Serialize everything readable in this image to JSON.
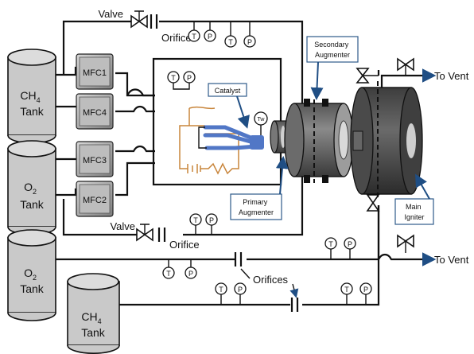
{
  "labels": {
    "ch4_tank_top": {
      "pre": "CH",
      "sub": "4",
      "post": "Tank"
    },
    "o2_tank_mid": {
      "pre": "O",
      "sub": "2",
      "post": "Tank"
    },
    "o2_tank_bottom": {
      "pre": "O",
      "sub": "2",
      "post": "Tank"
    },
    "ch4_tank_bottom": {
      "pre": "CH",
      "sub": "4",
      "post": "Tank"
    },
    "mfc1": "MFC1",
    "mfc4": "MFC4",
    "mfc3": "MFC3",
    "mfc2": "MFC2",
    "valve_top": "Valve",
    "valve_bottom": "Valve",
    "orifice_top": "Orifice",
    "orifice_bottom": "Orifice",
    "orifices": "Orifices",
    "to_vent_top": "To Vent",
    "to_vent_bottom": "To Vent",
    "catalyst": "Catalyst",
    "secondary_augmenter": "Secondary\nAugmenter",
    "primary_augmenter": "Primary\nAugmenter",
    "main_igniter": "Main\nIgniter",
    "temp_sensor": "T",
    "pressure_sensor": "P",
    "tw_sensor": "Tw"
  }
}
